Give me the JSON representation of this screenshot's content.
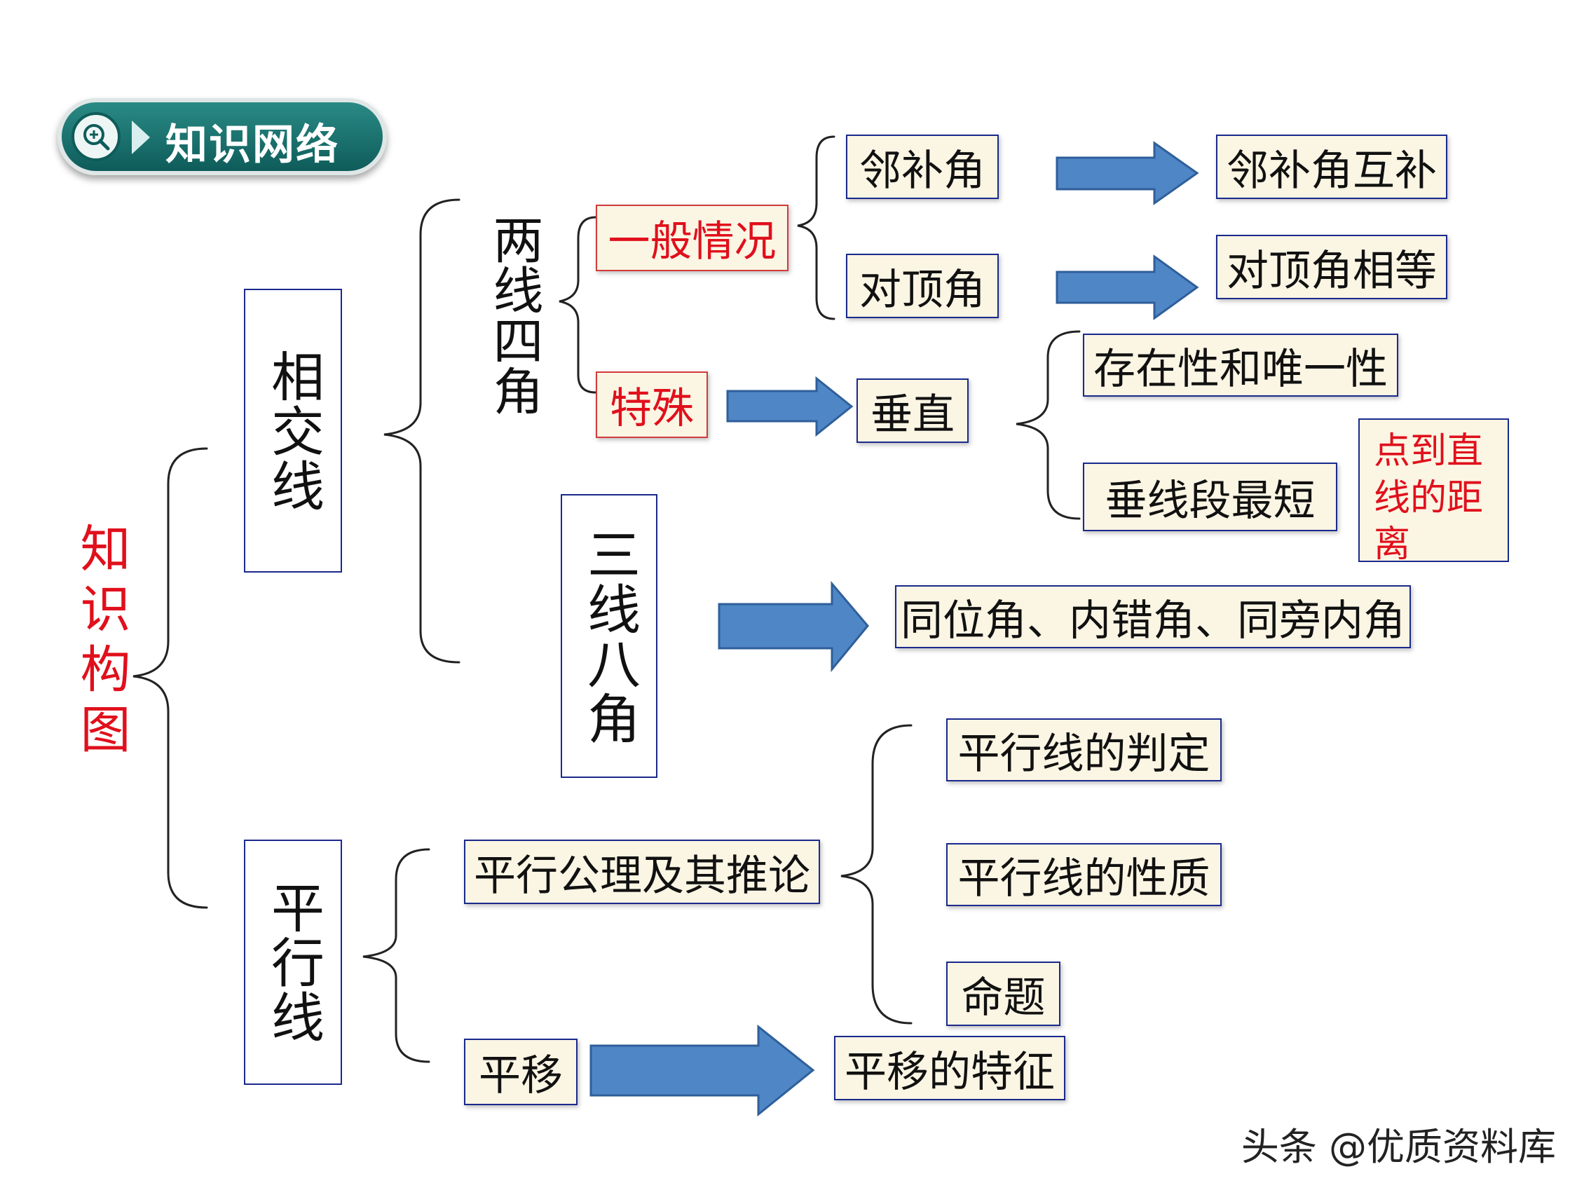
{
  "banner": {
    "title": "知识网络",
    "icon": "zoom-in-icon"
  },
  "root": {
    "label": "知识构图"
  },
  "level1": {
    "intersecting": "相交线",
    "parallel": "平行线"
  },
  "level2": {
    "two_lines": "两线四角",
    "three_lines": "三线八角"
  },
  "nodes": {
    "general": "一般情况",
    "special": "特殊",
    "adjacent_supp": "邻补角",
    "vertical_angle": "对顶角",
    "adjacent_supp_result": "邻补角互补",
    "vertical_angle_result": "对顶角相等",
    "perpendicular": "垂直",
    "existence": "存在性和唯一性",
    "shortest": "垂线段最短",
    "distance": "点到直线的距离",
    "angles": "同位角、内错角、同旁内角",
    "axiom": "平行公理及其推论",
    "judge": "平行线的判定",
    "property": "平行线的性质",
    "proposition": "命题",
    "translation": "平移",
    "translation_feature": "平移的特征"
  },
  "watermark": "头条 @优质资料库",
  "colors": {
    "arrow_fill": "#4f86c6",
    "arrow_stroke": "#2f5f9a",
    "red_text": "#e0101c",
    "box_border": "#1a2a8c",
    "box_fill": "#fbf5e4",
    "banner_teal": "#127170"
  }
}
